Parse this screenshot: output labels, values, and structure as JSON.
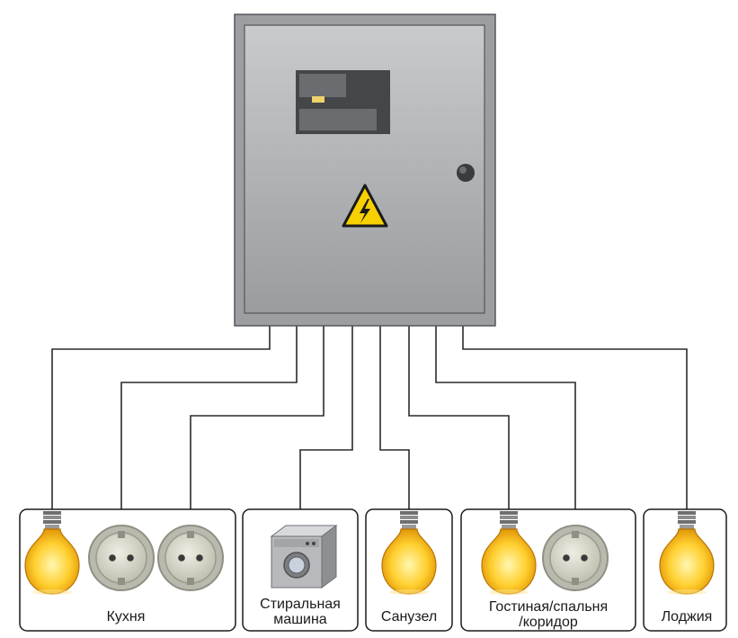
{
  "colors": {
    "panel_body": "#a9abae",
    "panel_frame": "#8c8e91",
    "wire": "#2b2b2b",
    "bulb_glow": "#f5b400",
    "warning_yellow": "#f7d000"
  },
  "panel": {
    "warning_icon": "high-voltage-warning-icon",
    "knob_icon": "door-knob-icon"
  },
  "zones": [
    {
      "id": "kitchen",
      "label_lines": [
        "Кухня"
      ],
      "devices": [
        "light-bulb",
        "socket",
        "socket"
      ]
    },
    {
      "id": "washing-machine",
      "label_lines": [
        "Стиральная",
        "машина"
      ],
      "devices": [
        "washing-machine"
      ]
    },
    {
      "id": "bathroom",
      "label_lines": [
        "Санузел"
      ],
      "devices": [
        "light-bulb"
      ]
    },
    {
      "id": "living-bedroom-corridor",
      "label_lines": [
        "Гостиная/спальня",
        "/коридор"
      ],
      "devices": [
        "light-bulb",
        "socket"
      ]
    },
    {
      "id": "loggia",
      "label_lines": [
        "Лоджия"
      ],
      "devices": [
        "light-bulb"
      ]
    }
  ]
}
